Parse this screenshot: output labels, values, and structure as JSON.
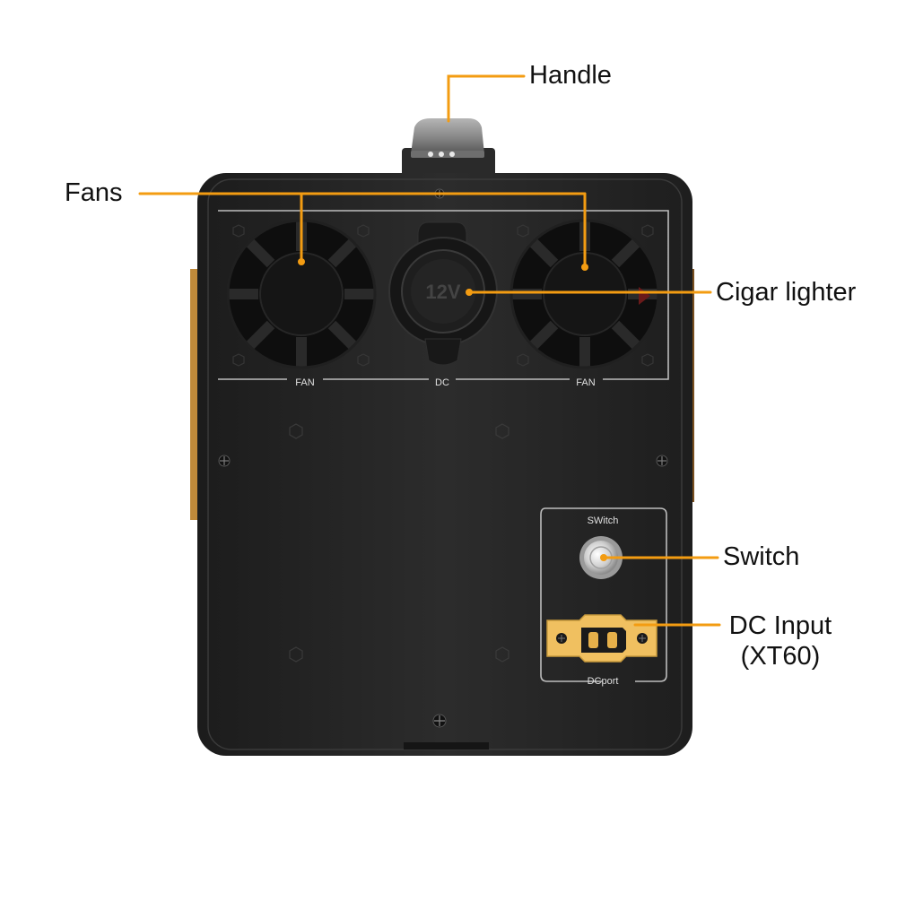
{
  "callouts": {
    "handle": "Handle",
    "fans": "Fans",
    "cigar_lighter": "Cigar lighter",
    "switch": "Switch",
    "dc_input_line1": "DC Input",
    "dc_input_line2": "(XT60)"
  },
  "panel_labels": {
    "fan_left": "FAN",
    "dc": "DC",
    "fan_right": "FAN",
    "switch": "SWitch",
    "dc_port": "DCport",
    "socket_voltage": "12V"
  },
  "colors": {
    "leader_line": "#f39c12",
    "device_body": "#262626",
    "panel_line": "#bdbdbd",
    "xt60_connector": "#f0c060"
  }
}
